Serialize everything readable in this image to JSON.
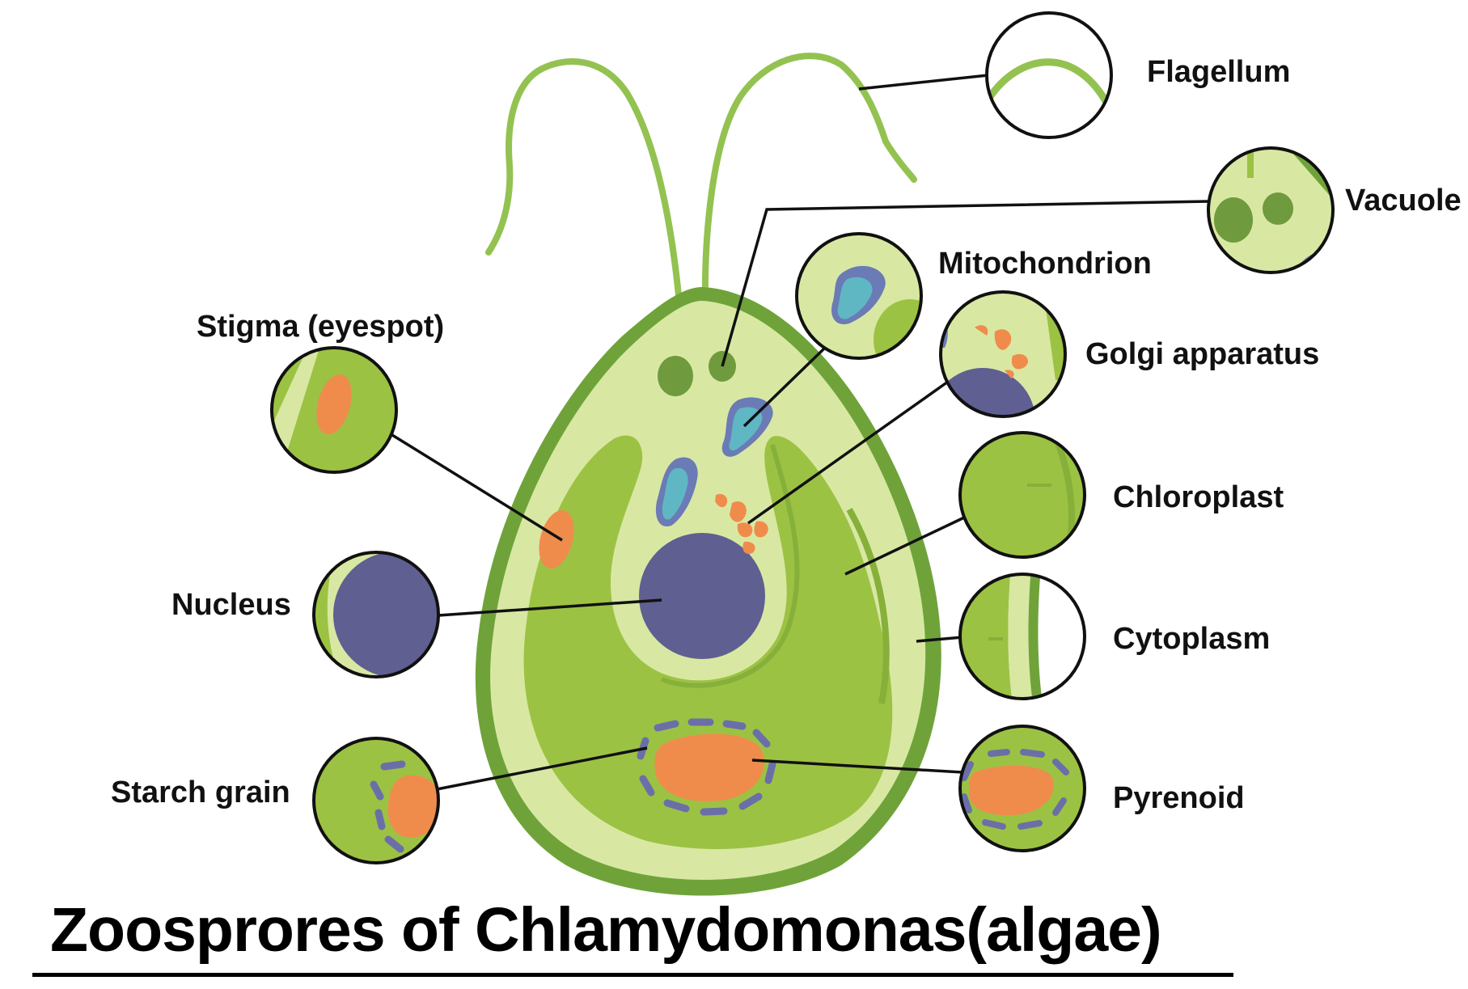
{
  "title": "Zoosprores of Chlamydomonas(algae)",
  "labels": {
    "flagellum": "Flagellum",
    "vacuole": "Vacuole",
    "mitochondrion": "Mitochondrion",
    "golgi": "Golgi apparatus",
    "stigma": "Stigma (eyespot)",
    "chloroplast": "Chloroplast",
    "nucleus": "Nucleus",
    "cytoplasm": "Cytoplasm",
    "starch": "Starch grain",
    "pyrenoid": "Pyrenoid"
  },
  "colors": {
    "cell_wall": "#6fa33a",
    "cytoplasm": "#d8e8a3",
    "chloroplast": "#9cc243",
    "dark_green": "#6f9a3d",
    "nucleus": "#5f5f91",
    "mitochondrion_outer": "#6b7bb5",
    "mitochondrion_inner": "#5fb7c4",
    "orange": "#ef8c4c",
    "flagellum": "#93c251",
    "pyrenoid_ring": "#6b6fa8"
  }
}
